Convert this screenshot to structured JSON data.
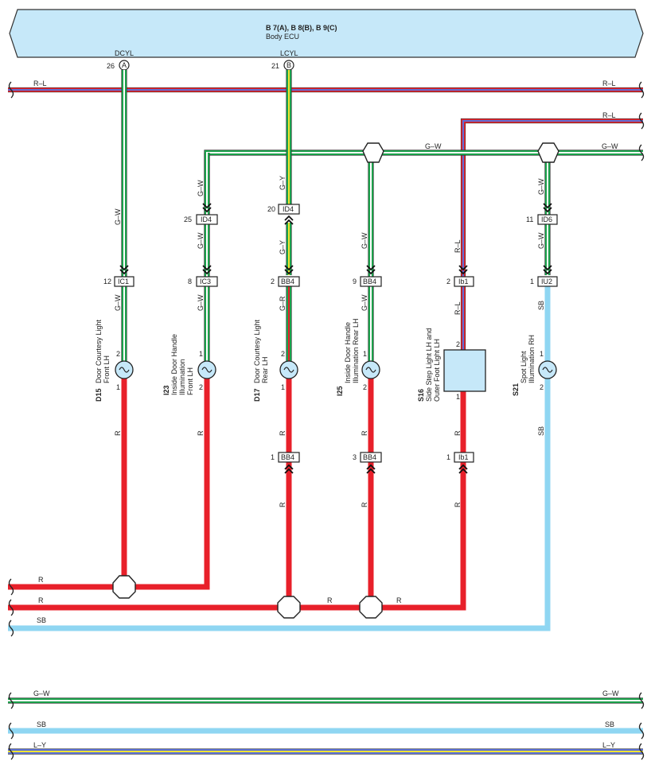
{
  "ecu": {
    "title": "B 7(A), B 8(B), B 9(C)",
    "subtitle": "Body ECU"
  },
  "pins": {
    "dcyl": {
      "name": "DCYL",
      "num": "26",
      "letter": "A"
    },
    "lcyl": {
      "name": "LCYL",
      "num": "21",
      "letter": "B"
    }
  },
  "colors": {
    "R": "#e8202a",
    "L": "#5a6fd6",
    "G": "#1aa04a",
    "W": "#ffffff",
    "Y": "#f2e531",
    "SB": "#8fd6f2",
    "ecu_fill": "#c6e8f9",
    "ecu_stroke": "#333333"
  },
  "wire_labels": {
    "rl_top_left": "R–L",
    "rl_top_right": "R–L",
    "rl_second": "R–L",
    "gw_bus_mid": "G–W",
    "gw_bus_right": "G–W",
    "c1_gw_upper": "G–W",
    "c1_gw_lower": "G–W",
    "c1_r": "R",
    "c2_gw_upper": "G–W",
    "c2_gw_mid": "G–W",
    "c2_gw_lower": "G–W",
    "c2_r": "R",
    "c3_gy_upper": "G–Y",
    "c3_gy_mid": "G–Y",
    "c3_gr": "G–R",
    "c3_r_upper": "R",
    "c3_r_lower": "R",
    "c4_gw_upper": "G–W",
    "c4_gw_lower": "G–W",
    "c4_r_upper": "R",
    "c4_r_lower": "R",
    "c5_rl_upper": "R–L",
    "c5_rl_lower": "R–L",
    "c5_r_upper": "R",
    "c5_r_lower": "R",
    "c6_gw_upper": "G–W",
    "c6_gw_mid": "G–W",
    "c6_sb_upper": "SB",
    "c6_sb_lower": "SB",
    "bus_r1": "R",
    "bus_r2": "R",
    "bus_r2_mid": "R",
    "bus_r2_right": "R",
    "bus_sb": "SB",
    "bot_gw_left": "G–W",
    "bot_gw_right": "G–W",
    "bot_sb_left": "SB",
    "bot_sb_right": "SB",
    "bot_ly_left": "L–Y",
    "bot_ly_right": "L–Y"
  },
  "connectors": {
    "ic1": {
      "id": "IC1",
      "pin": "12"
    },
    "ic3": {
      "id": "IC3",
      "pin": "8"
    },
    "id4a": {
      "id": "ID4",
      "pin": "25"
    },
    "id4b": {
      "id": "ID4",
      "pin": "20"
    },
    "bb4a": {
      "id": "BB4",
      "pin": "2"
    },
    "bb4b": {
      "id": "BB4",
      "pin": "9"
    },
    "ib1a": {
      "id": "Ib1",
      "pin": "2"
    },
    "iu2": {
      "id": "IU2",
      "pin": "1"
    },
    "id6": {
      "id": "ID6",
      "pin": "11"
    },
    "bb4c": {
      "id": "BB4",
      "pin": "1"
    },
    "bb4d": {
      "id": "BB4",
      "pin": "3"
    },
    "ib1b": {
      "id": "Ib1",
      "pin": "1"
    }
  },
  "components": {
    "d15": {
      "code": "D15",
      "line1": "Door Courtesy Light",
      "line2": "Front LH",
      "line3": "",
      "pin_top": "2",
      "pin_bot": "1"
    },
    "i23": {
      "code": "I23",
      "line1": "Inside Door Handle",
      "line2": "Illumination",
      "line3": "Front LH",
      "pin_top": "1",
      "pin_bot": "2"
    },
    "d17": {
      "code": "D17",
      "line1": "Door Courtesy Light",
      "line2": "Rear LH",
      "line3": "",
      "pin_top": "2",
      "pin_bot": "1"
    },
    "i25": {
      "code": "I25",
      "line1": "Inside Door Handle",
      "line2": "Illumination Rear LH",
      "line3": "",
      "pin_top": "1",
      "pin_bot": "2"
    },
    "s16": {
      "code": "S16",
      "line1": "Side Step Light LH and",
      "line2": "Outer Foot Light LH",
      "line3": "",
      "pin_top": "2",
      "pin_bot": "1"
    },
    "s21": {
      "code": "S21",
      "line1": "Spot Light",
      "line2": "Illumination RH",
      "line3": "",
      "pin_top": "1",
      "pin_bot": "2"
    }
  }
}
